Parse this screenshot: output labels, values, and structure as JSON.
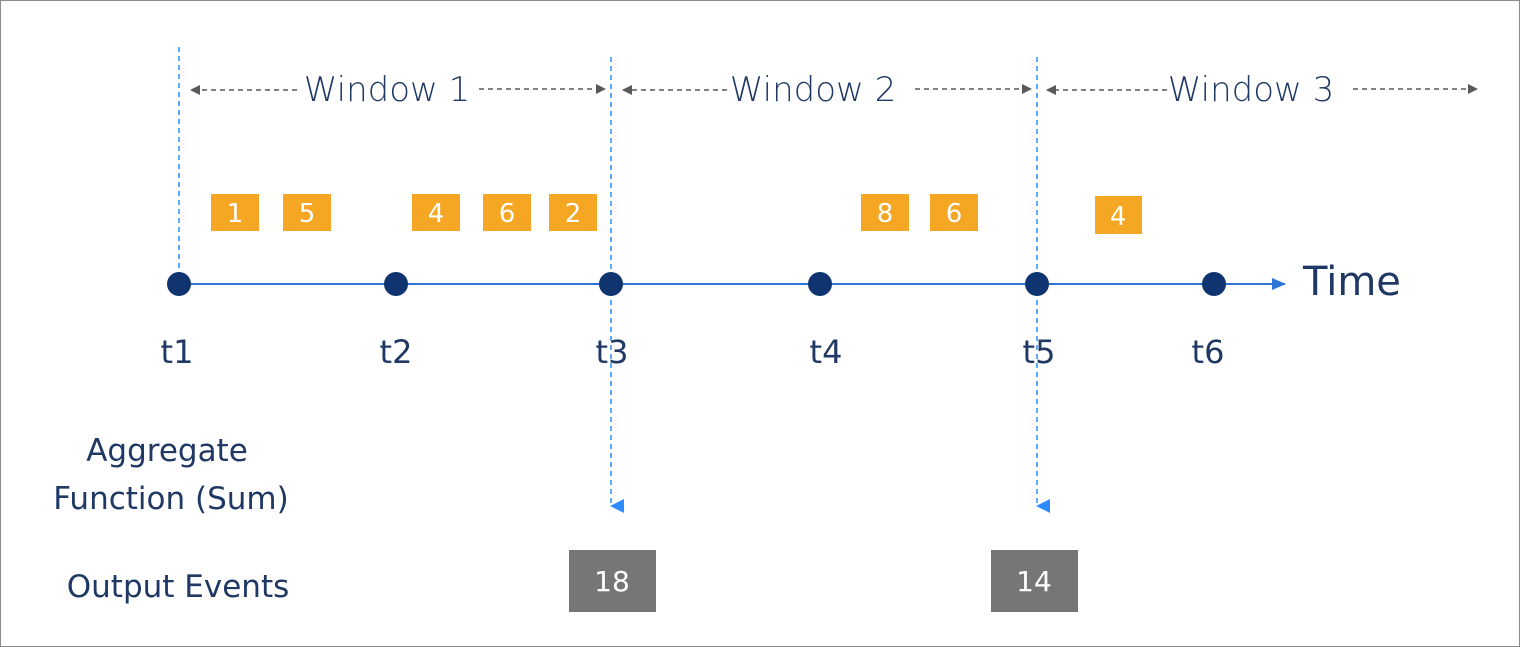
{
  "diagram": {
    "windows": [
      {
        "label": "Window 1"
      },
      {
        "label": "Window 2"
      },
      {
        "label": "Window 3"
      }
    ],
    "timeline": {
      "axis_label": "Time",
      "ticks": [
        "t1",
        "t2",
        "t3",
        "t4",
        "t5",
        "t6"
      ]
    },
    "events": [
      {
        "value": "1",
        "window": 1
      },
      {
        "value": "5",
        "window": 1
      },
      {
        "value": "4",
        "window": 1
      },
      {
        "value": "6",
        "window": 1
      },
      {
        "value": "2",
        "window": 1
      },
      {
        "value": "8",
        "window": 2
      },
      {
        "value": "6",
        "window": 2
      },
      {
        "value": "4",
        "window": 3
      }
    ],
    "rows": {
      "aggregate_line1": "Aggregate",
      "aggregate_line2": "Function (Sum)",
      "output": "Output Events"
    },
    "outputs": [
      {
        "value": "18",
        "window": 1
      },
      {
        "value": "14",
        "window": 2
      }
    ],
    "colors": {
      "event_fill": "#f5a623",
      "output_fill": "#767676",
      "timeline": "#2e75d6",
      "node": "#0f3470",
      "boundary": "#2e8bff",
      "window_arrow": "#595959",
      "text": "#1f3864"
    }
  }
}
